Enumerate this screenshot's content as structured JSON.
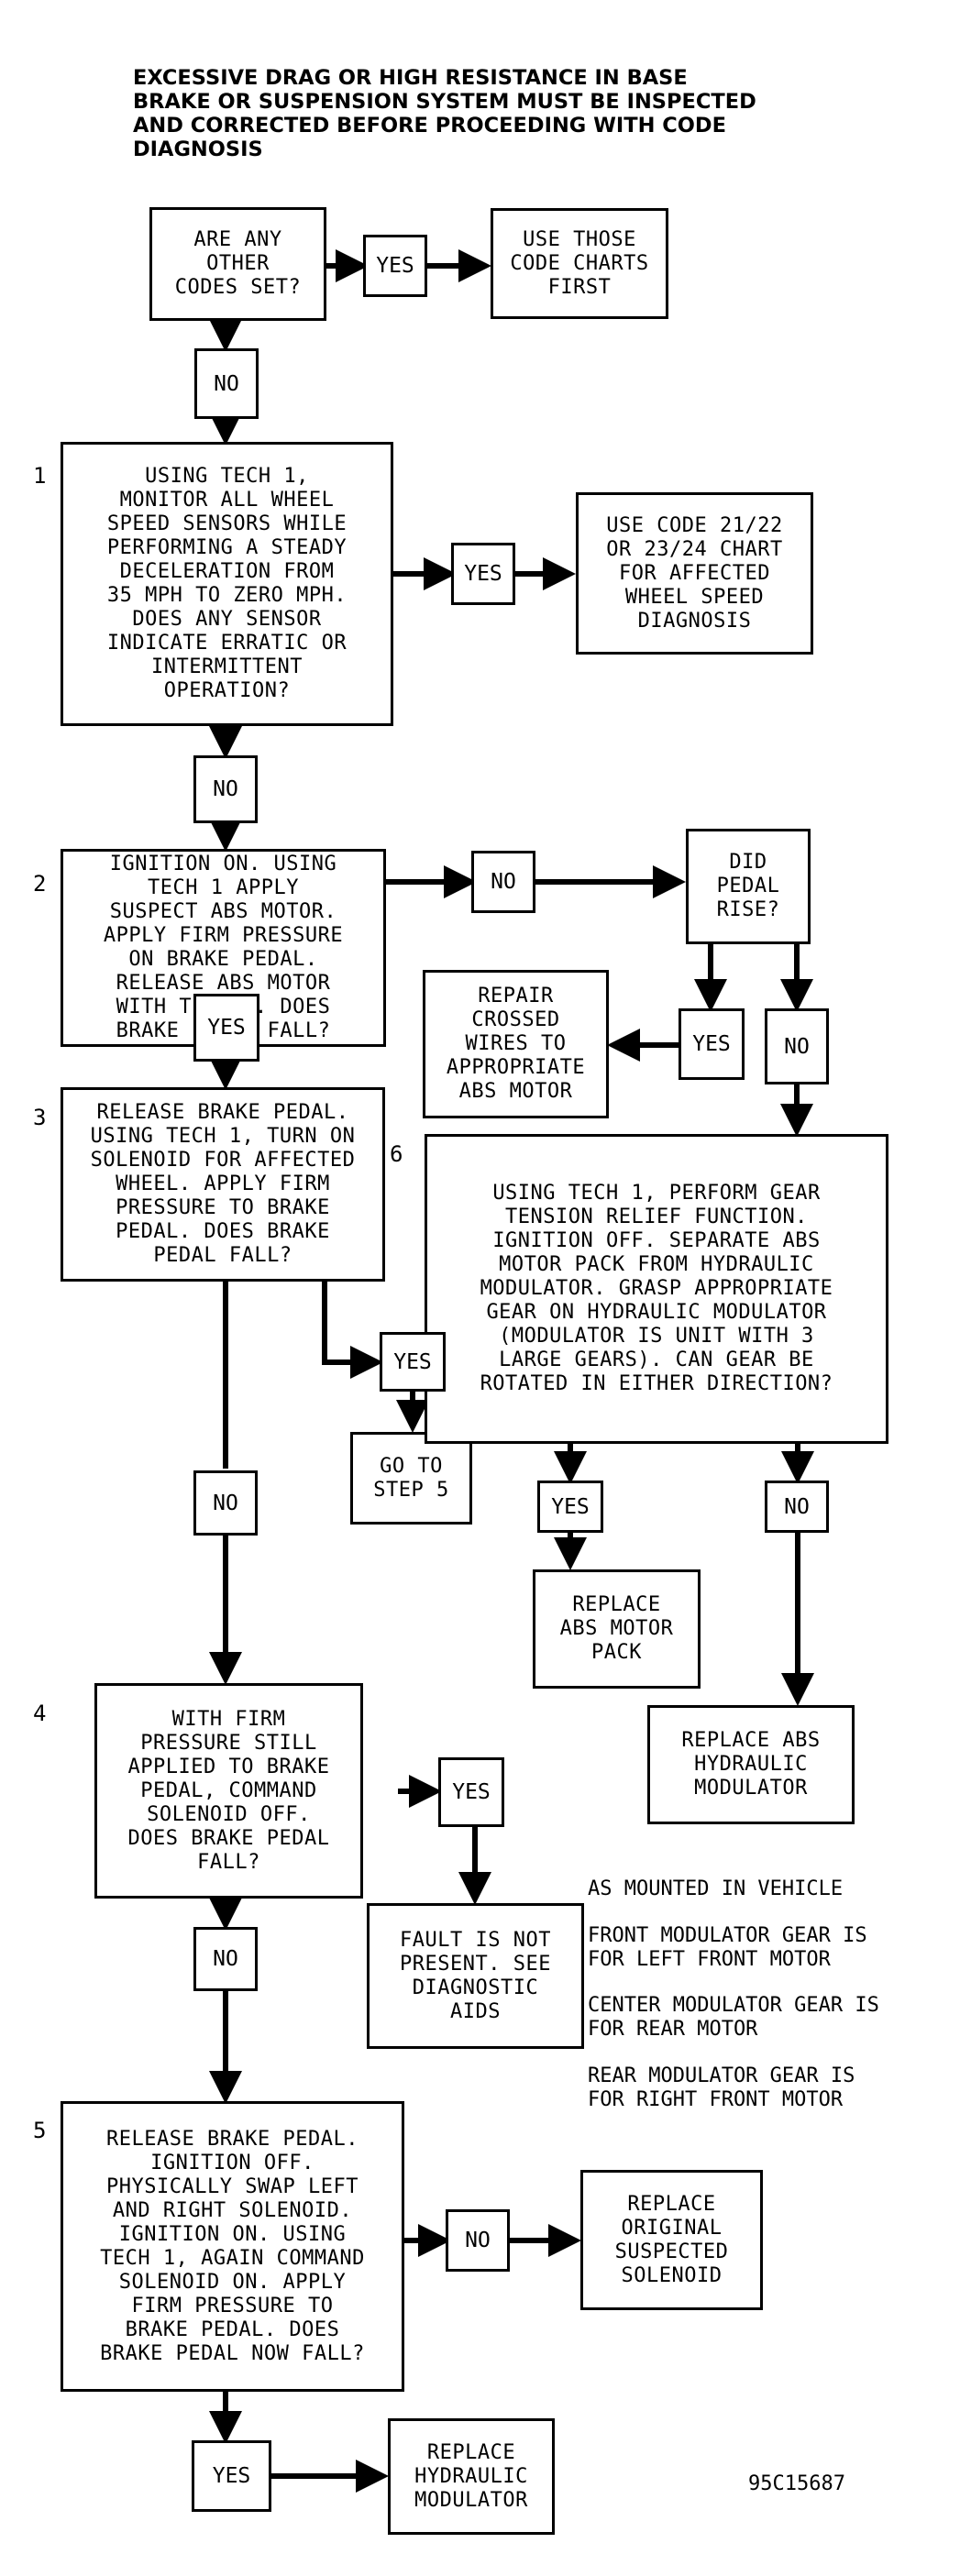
{
  "header": "EXCESSIVE DRAG OR HIGH RESISTANCE IN BASE\nBRAKE OR SUSPENSION SYSTEM MUST BE INSPECTED\nAND CORRECTED BEFORE PROCEEDING WITH CODE\nDIAGNOSIS",
  "steps": {
    "s1": "1",
    "s2": "2",
    "s3": "3",
    "s4": "4",
    "s5": "5",
    "s6": "6"
  },
  "nodes": {
    "other_codes": "ARE ANY\nOTHER\nCODES SET?",
    "use_code_charts": "USE THOSE\nCODE CHARTS\nFIRST",
    "q1": "USING TECH 1,\nMONITOR ALL WHEEL\nSPEED SENSORS WHILE\nPERFORMING A STEADY\nDECELERATION FROM\n35 MPH TO ZERO MPH.\nDOES ANY SENSOR\nINDICATE ERRATIC OR\nINTERMITTENT\nOPERATION?",
    "use_code_2124": "USE CODE 21/22\nOR 23/24 CHART\nFOR AFFECTED\nWHEEL SPEED\nDIAGNOSIS",
    "q2": "IGNITION ON. USING\nTECH 1 APPLY\nSUSPECT ABS MOTOR.\nAPPLY FIRM PRESSURE\nON BRAKE PEDAL.\nRELEASE ABS MOTOR\nWITH TECH 1. DOES\nBRAKE PEDAL FALL?",
    "did_pedal_rise": "DID\nPEDAL\nRISE?",
    "repair_crossed": "REPAIR\nCROSSED\nWIRES TO\nAPPROPRIATE\nABS MOTOR",
    "q3": "RELEASE BRAKE PEDAL.\nUSING TECH 1, TURN ON\nSOLENOID FOR AFFECTED\nWHEEL. APPLY FIRM\nPRESSURE TO BRAKE\nPEDAL. DOES BRAKE\nPEDAL FALL?",
    "goto_step5": "GO TO\nSTEP 5",
    "q6": "USING TECH 1, PERFORM GEAR\nTENSION RELIEF FUNCTION.\nIGNITION OFF. SEPARATE ABS\nMOTOR PACK FROM HYDRAULIC\nMODULATOR. GRASP APPROPRIATE\nGEAR ON HYDRAULIC MODULATOR\n(MODULATOR IS UNIT WITH 3\nLARGE GEARS). CAN GEAR BE\nROTATED IN EITHER DIRECTION?",
    "replace_motor_pack": "REPLACE\nABS MOTOR\nPACK",
    "replace_abs_hydraulic": "REPLACE ABS\nHYDRAULIC\nMODULATOR",
    "q4": "WITH FIRM\nPRESSURE STILL\nAPPLIED TO BRAKE\nPEDAL, COMMAND\nSOLENOID OFF.\nDOES BRAKE PEDAL\nFALL?",
    "fault_not_present": "FAULT IS NOT\nPRESENT. SEE\nDIAGNOSTIC\nAIDS",
    "q5": "RELEASE BRAKE PEDAL.\nIGNITION OFF.\nPHYSICALLY SWAP LEFT\nAND RIGHT SOLENOID.\nIGNITION ON. USING\nTECH 1, AGAIN COMMAND\nSOLENOID ON. APPLY\nFIRM PRESSURE TO\nBRAKE PEDAL. DOES\nBRAKE PEDAL NOW FALL?",
    "replace_original_solenoid": "REPLACE\nORIGINAL\nSUSPECTED\nSOLENOID",
    "replace_hydraulic_mod": "REPLACE\nHYDRAULIC\nMODULATOR"
  },
  "labels": {
    "yes_codes": "YES",
    "no_codes": "NO",
    "yes_1": "YES",
    "no_1": "NO",
    "no_2": "NO",
    "yes_2": "YES",
    "yes_rise": "YES",
    "no_rise": "NO",
    "no_3": "NO",
    "yes_3": "YES",
    "yes_6": "YES",
    "no_6": "NO",
    "yes_4": "YES",
    "no_4": "NO",
    "no_5": "NO",
    "yes_5": "YES"
  },
  "notes": {
    "mounted": "AS MOUNTED IN VEHICLE",
    "front": "FRONT MODULATOR GEAR IS\nFOR LEFT FRONT MOTOR",
    "center": "CENTER MODULATOR GEAR IS\nFOR REAR MOTOR",
    "rear": "REAR MODULATOR GEAR IS\nFOR RIGHT FRONT MOTOR"
  },
  "figure_id": "95C15687"
}
